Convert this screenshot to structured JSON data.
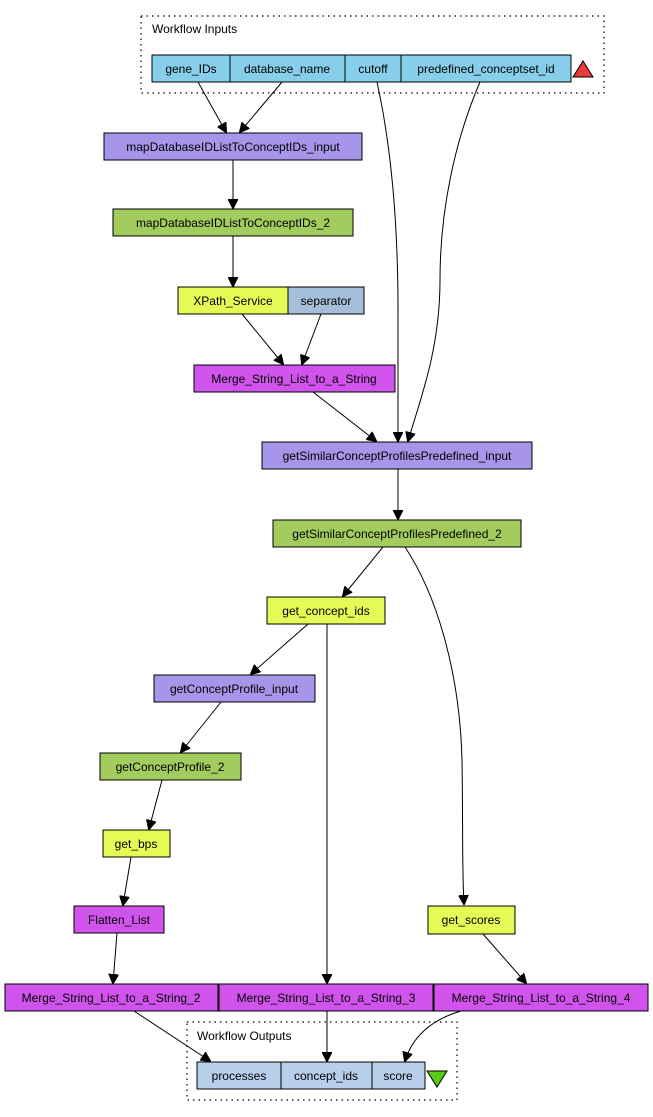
{
  "colors": {
    "input_port": "#87ceeb",
    "output_port": "#b8cfeb",
    "service_input": "#a695e8",
    "service": "#a2cc5e",
    "xpath": "#e6fa55",
    "string_constant": "#a5bfda",
    "merge": "#d054eb",
    "up_triangle": "#ea3a3a",
    "down_triangle": "#55cc11"
  },
  "workflow_inputs": {
    "title": "Workflow Inputs",
    "ports": [
      "gene_IDs",
      "database_name",
      "cutoff",
      "predefined_conceptset_id"
    ]
  },
  "workflow_outputs": {
    "title": "Workflow Outputs",
    "ports": [
      "processes",
      "concept_ids",
      "score"
    ]
  },
  "processors": {
    "map_input": "mapDatabaseIDListToConceptIDs_input",
    "map_service": "mapDatabaseIDListToConceptIDs_2",
    "xpath_service": "XPath_Service",
    "separator": "separator",
    "merge_1": "Merge_String_List_to_a_String",
    "similar_input": "getSimilarConceptProfilesPredefined_input",
    "similar_service": "getSimilarConceptProfilesPredefined_2",
    "get_concept_ids": "get_concept_ids",
    "profile_input": "getConceptProfile_input",
    "profile_service": "getConceptProfile_2",
    "get_bps": "get_bps",
    "flatten_list": "Flatten_List",
    "get_scores": "get_scores",
    "merge_2": "Merge_String_List_to_a_String_2",
    "merge_3": "Merge_String_List_to_a_String_3",
    "merge_4": "Merge_String_List_to_a_String_4"
  }
}
